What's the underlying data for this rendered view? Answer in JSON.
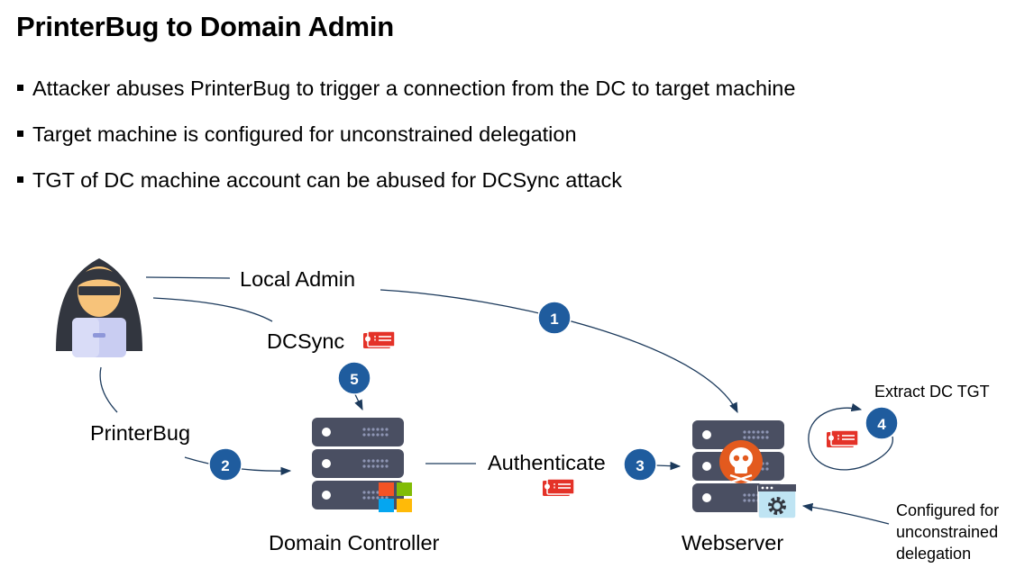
{
  "slide": {
    "title": "PrinterBug to Domain Admin",
    "bullets": [
      "Attacker abuses PrinterBug to trigger a connection from the DC to target machine",
      "Target machine is configured for unconstrained delegation",
      "TGT of DC machine account can be abuse d for DCSync attack"
    ]
  },
  "diagram": {
    "edges": {
      "local_admin": "Local Admin",
      "dcsync": "DCSync",
      "printerbug": "PrinterBug",
      "authenticate": "Authenticate",
      "extract": "Extract DC TGT"
    },
    "steps": [
      "1",
      "2",
      "3",
      "4",
      "5"
    ],
    "nodes": {
      "attacker_icon": "hacker-icon",
      "dc": "Domain Controller",
      "webserver": "Webserver"
    },
    "note": {
      "line1": "Configured for",
      "line2": "unconstrained",
      "line3": "delegation"
    }
  },
  "colors": {
    "step_badge": "#1f5c9e",
    "server": "#4a4f62",
    "ticket": "#e43228",
    "skull": "#e35a1e",
    "arrow": "#1c3a5c"
  }
}
